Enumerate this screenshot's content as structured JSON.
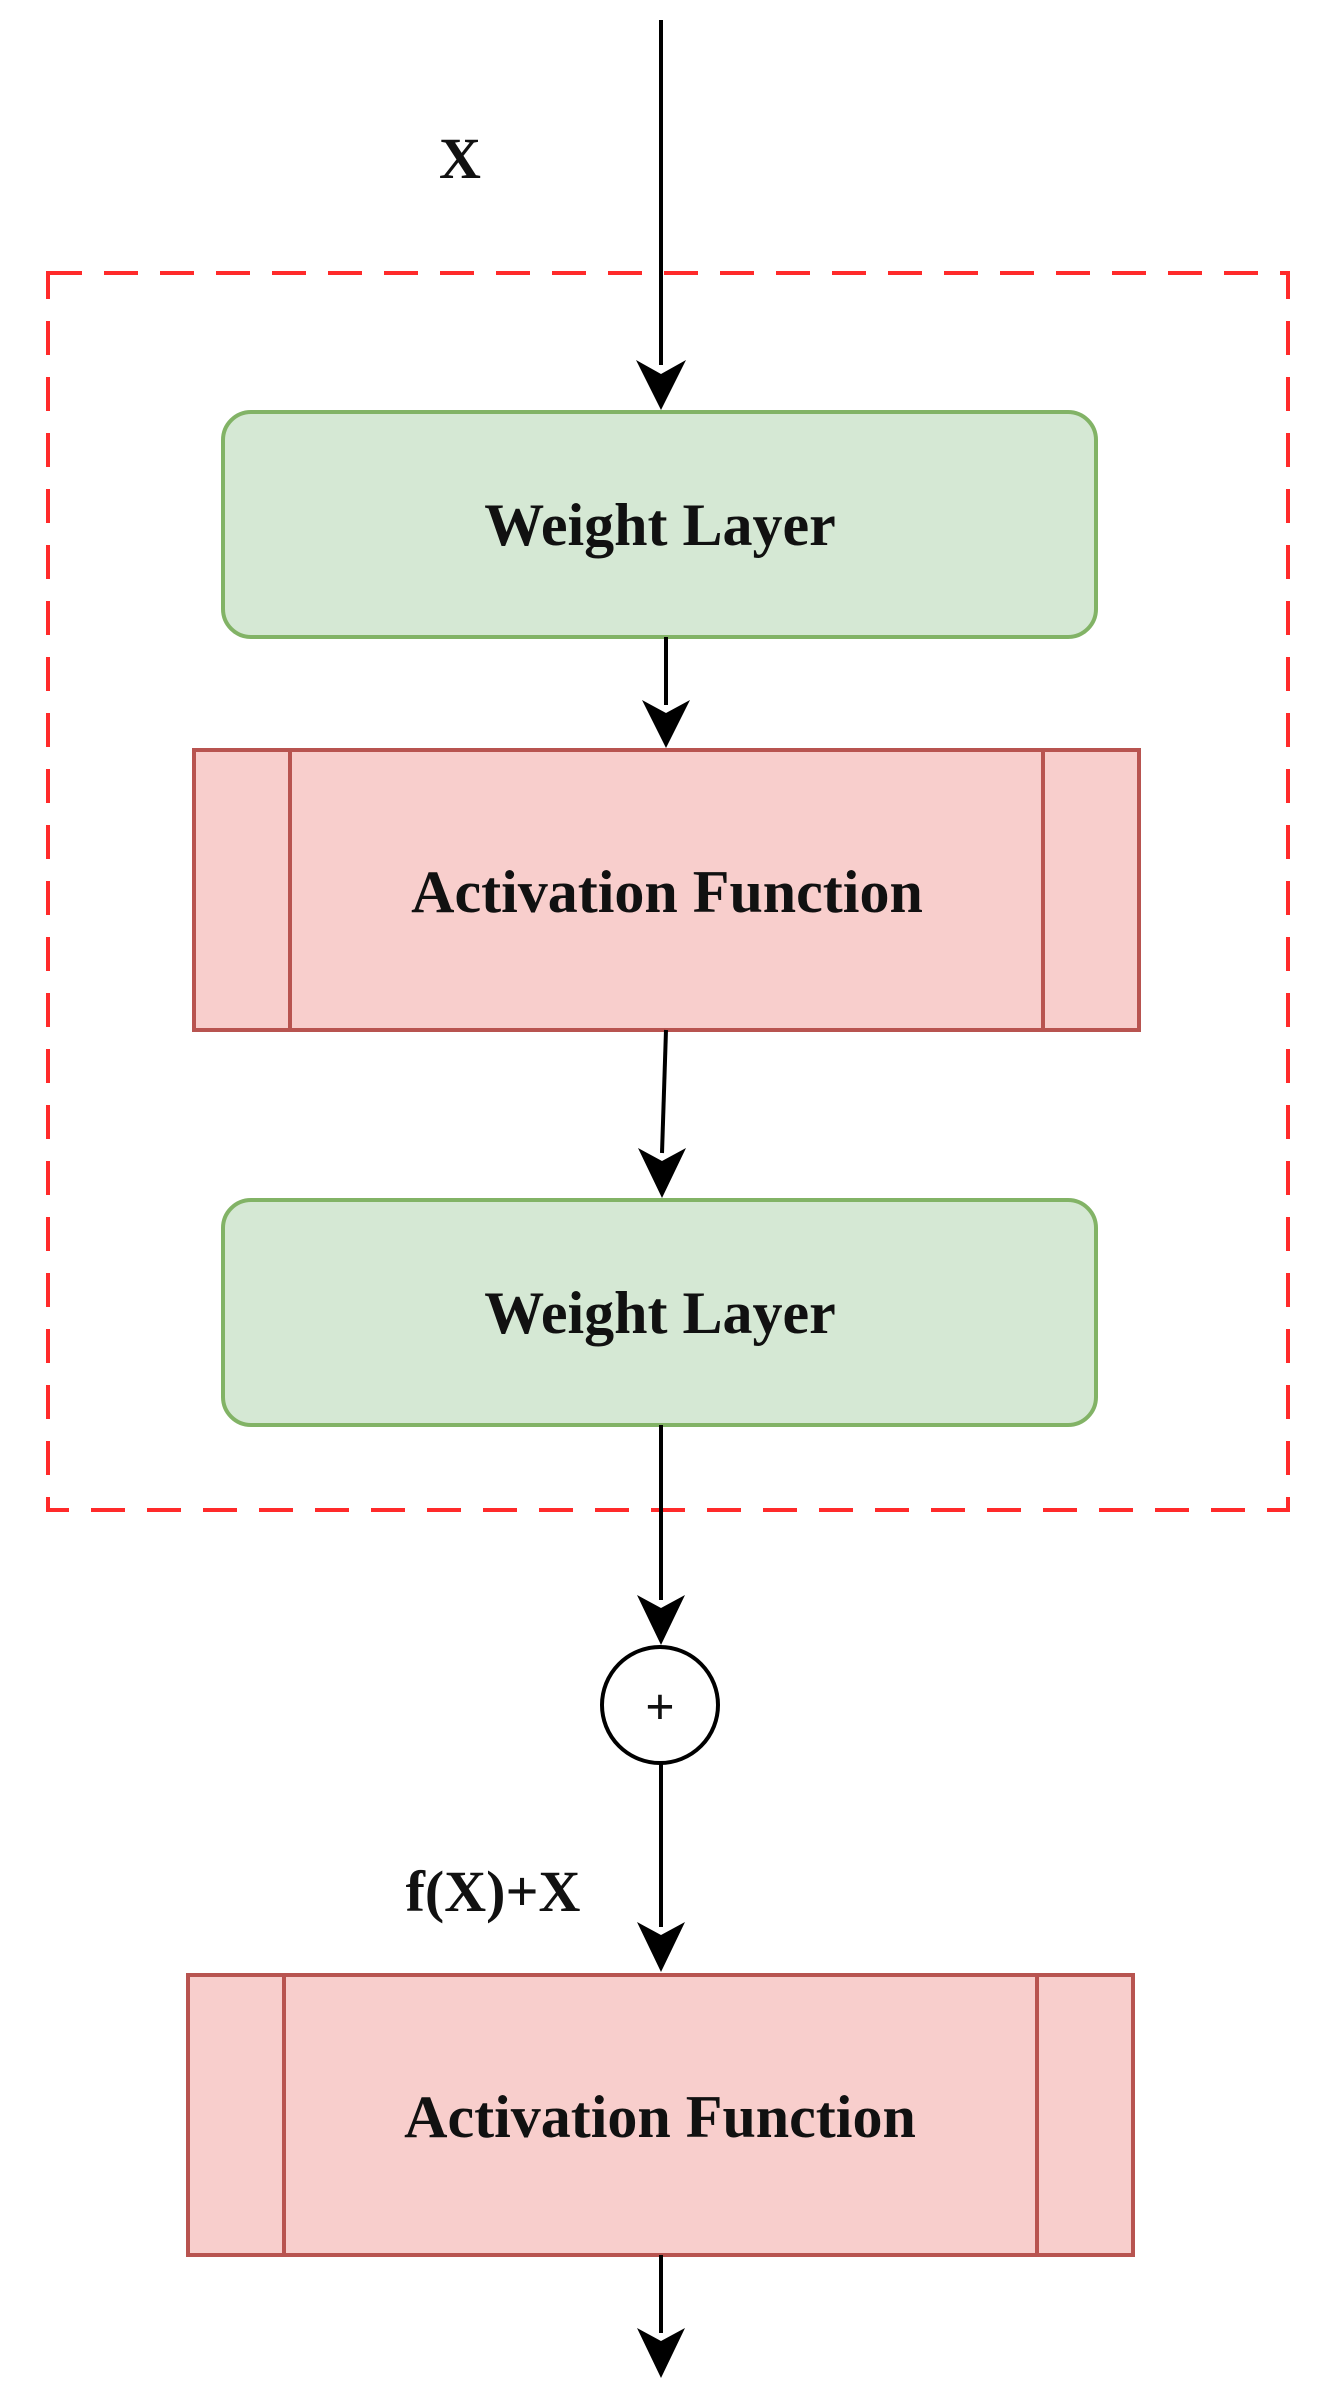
{
  "input_label": "X",
  "blocks": [
    {
      "kind": "weight",
      "label": "Weight Layer"
    },
    {
      "kind": "activation",
      "label": "Activation Function"
    },
    {
      "kind": "weight",
      "label": "Weight Layer"
    }
  ],
  "add_symbol": "+",
  "sum_label": "f(X)+X",
  "output_block": {
    "kind": "activation",
    "label": "Activation Function"
  },
  "colors": {
    "weight_fill": "#d5e8d4",
    "weight_stroke": "#82b366",
    "activation_fill": "#f8cecc",
    "activation_stroke": "#b85450",
    "dashed_border": "#ff2a2a",
    "line": "#000000"
  }
}
